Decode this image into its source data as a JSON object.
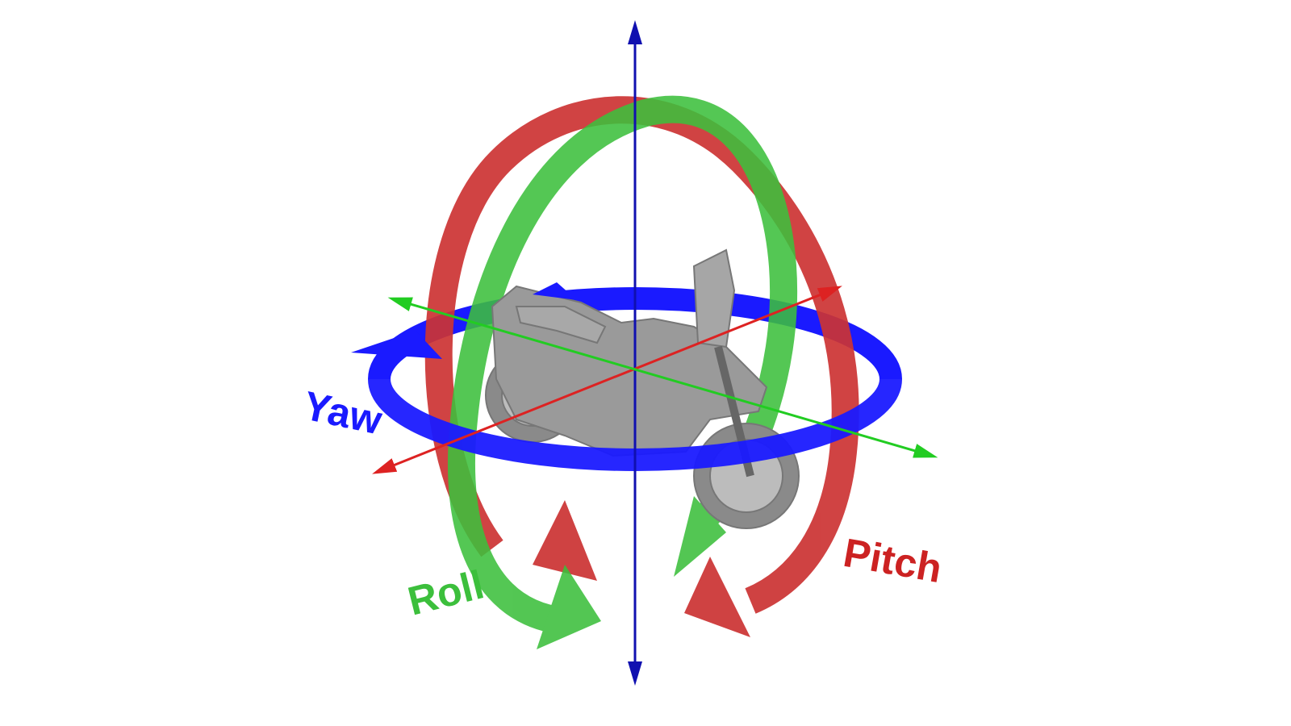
{
  "labels": {
    "yaw": "Yaw",
    "roll": "Roll",
    "pitch": "Pitch"
  },
  "colors": {
    "yaw": "#1a1aff",
    "roll": "#3cbf3c",
    "pitch": "#cc3333",
    "axis_vertical": "#1010b0",
    "motorcycle": "#9a9a9a"
  }
}
